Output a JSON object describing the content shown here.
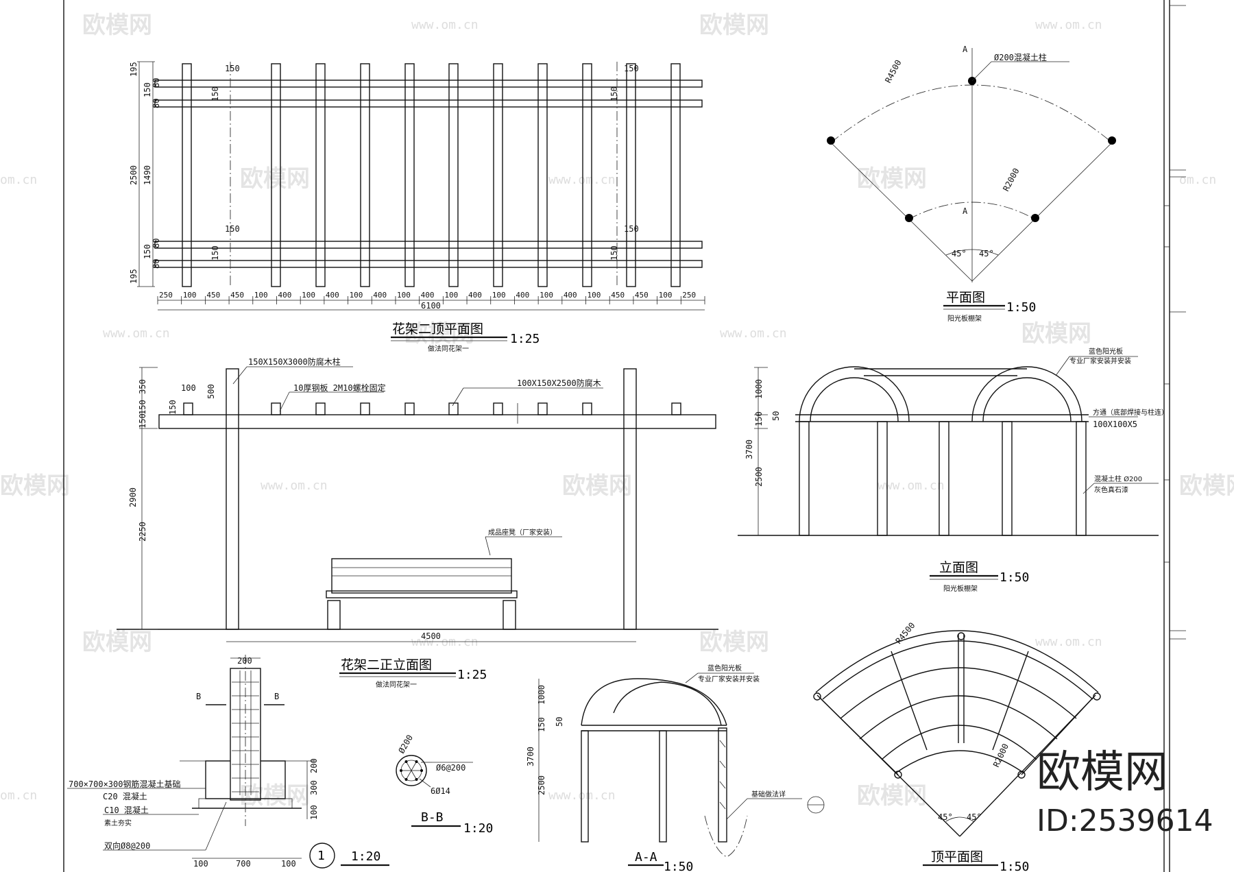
{
  "watermarks": {
    "logo_text": "欧模网",
    "url": "www.om.cn",
    "edge_text": "om.cn"
  },
  "brand": {
    "name": "欧模网",
    "id_label": "ID:2539614"
  },
  "top_plan": {
    "title": "花架二顶平面图",
    "scale": "1:25",
    "subtitle": "做法同花架一",
    "bottom_dims": [
      "250",
      "100",
      "450",
      "450",
      "100",
      "400",
      "100",
      "400",
      "100",
      "400",
      "100",
      "400",
      "100",
      "400",
      "100",
      "400",
      "100",
      "400",
      "100",
      "450",
      "450",
      "100",
      "250"
    ],
    "total": "6100",
    "left_dims": [
      "195",
      "150",
      "80",
      "80",
      "2500",
      "1490",
      "80",
      "150",
      "80",
      "195"
    ],
    "marks": [
      "150",
      "150",
      "150",
      "150",
      "150",
      "150",
      "150",
      "150"
    ]
  },
  "front_elev": {
    "title": "花架二正立面图",
    "scale": "1:25",
    "subtitle": "做法同花架一",
    "label_post": "150X150X3000防腐木柱",
    "label_steel": "10厚钢板  2M10螺栓固定",
    "label_beam": "100X150X2500防腐木",
    "label_bench": "成品座凳（厂家安装）",
    "dims_left": [
      "350",
      "150",
      "150",
      "2900",
      "2250"
    ],
    "dim_100": "100",
    "dim_500": "500",
    "dim_150": "150",
    "width": "4500"
  },
  "plan_view": {
    "title": "平面图",
    "scale": "1:50",
    "subtitle": "阳光板棚架",
    "label_col": "Ø200混凝土柱",
    "r_outer": "R4500",
    "r_inner": "R2000",
    "section_mark": "A",
    "angle": "45°"
  },
  "elev_view": {
    "title": "立面图",
    "scale": "1:50",
    "subtitle": "阳光板棚架",
    "label_panel": "蓝色阳光板",
    "label_panel2": "专业厂家安装并安装",
    "label_tube": "方通（底部焊接与柱连）",
    "label_tube_size": "100X100X5",
    "label_col": "混凝土柱   Ø200",
    "label_col2": "灰色真石漆",
    "dims": [
      "1000",
      "50",
      "150",
      "3700",
      "2500"
    ]
  },
  "found_detail": {
    "title_num": "1",
    "scale": "1:20",
    "dim_top": "200",
    "bb": "B",
    "label_base": "700×700×300钢筋混凝土基础",
    "label_c20": "C20 混凝土",
    "label_c10": "C10 混凝土",
    "label_soil": "素土夯实",
    "label_rebar": "双向Ø8@200",
    "dims_right": [
      "200",
      "300",
      "100"
    ],
    "dims_bottom": [
      "100",
      "700",
      "100"
    ]
  },
  "bb_section": {
    "title": "B-B",
    "scale": "1:20",
    "d200": "Ø200",
    "rebar1": "Ø6@200",
    "rebar2": "6Ø14"
  },
  "aa_section": {
    "title": "A-A",
    "scale": "1:50",
    "label_panel": "蓝色阳光板",
    "label_panel2": "专业厂家安装并安装",
    "label_found": "基础做法详",
    "dims": [
      "1000",
      "50",
      "150",
      "3700",
      "2500"
    ]
  },
  "roof_plan": {
    "title": "顶平面图",
    "scale": "1:50",
    "r_outer": "R4500",
    "r_inner": "R2000",
    "angle": "45°"
  }
}
